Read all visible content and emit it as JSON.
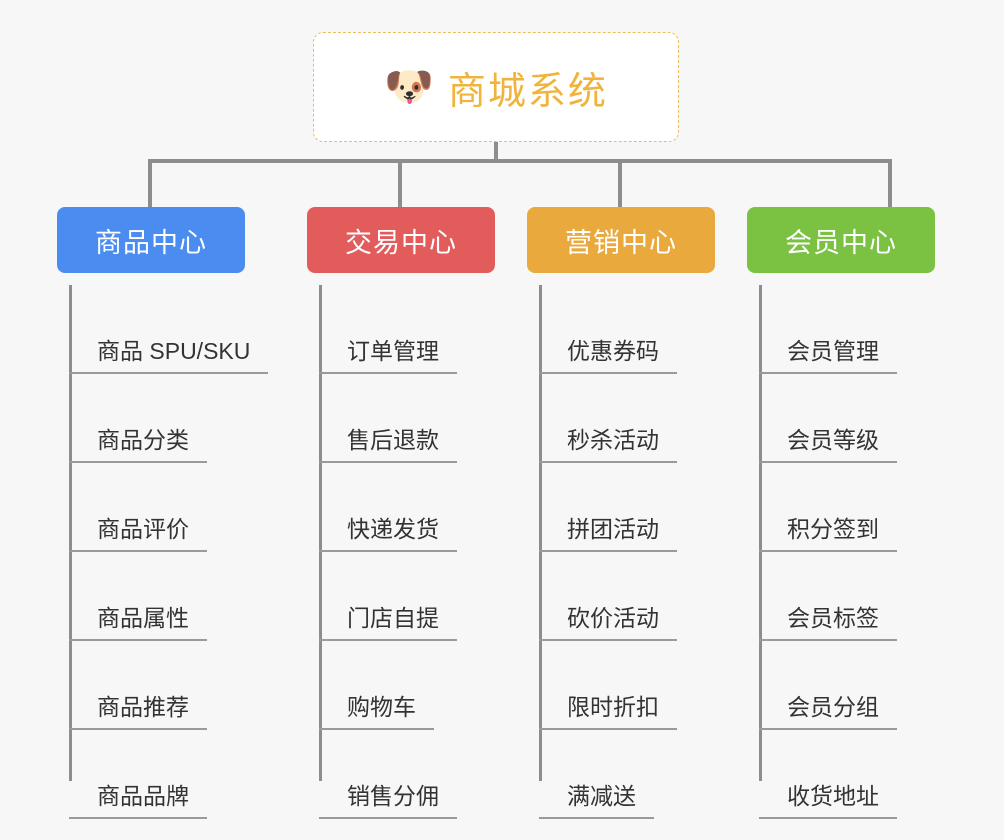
{
  "diagram": {
    "type": "mind-map",
    "background_color": "#f7f7f7",
    "root": {
      "title": "商城系统",
      "icon": "dog-face-icon",
      "icon_glyph": "🐶",
      "text_color": "#f0b43c",
      "border_color": "#f0bc5a"
    },
    "connector_color": "#8d8d8d",
    "branches": [
      {
        "label": "商品中心",
        "color": "#4a8cf0",
        "items": [
          "商品 SPU/SKU",
          "商品分类",
          "商品评价",
          "商品属性",
          "商品推荐",
          "商品品牌"
        ]
      },
      {
        "label": "交易中心",
        "color": "#e25c5c",
        "items": [
          "订单管理",
          "售后退款",
          "快递发货",
          "门店自提",
          "购物车",
          "销售分佣"
        ]
      },
      {
        "label": "营销中心",
        "color": "#e9a93c",
        "items": [
          "优惠券码",
          "秒杀活动",
          "拼团活动",
          "砍价活动",
          "限时折扣",
          "满减送"
        ]
      },
      {
        "label": "会员中心",
        "color": "#7bc243",
        "items": [
          "会员管理",
          "会员等级",
          "积分签到",
          "会员标签",
          "会员分组",
          "收货地址"
        ]
      }
    ]
  }
}
